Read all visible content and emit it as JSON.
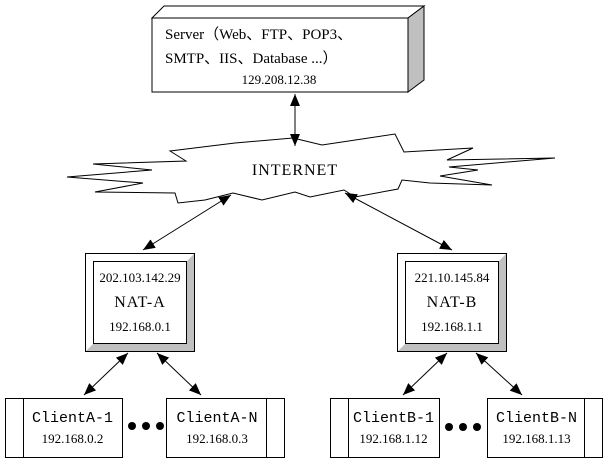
{
  "colors": {
    "background": "#ffffff",
    "line": "#000000",
    "shade": "#c0c0c0"
  },
  "server": {
    "label": "Server（Web、FTP、POP3、SMTP、IIS、Database ...）",
    "ip": "129.208.12.38"
  },
  "internet": {
    "label": "INTERNET"
  },
  "nats": {
    "nat_a": {
      "public_ip": "202.103.142.29",
      "name": "NAT-A",
      "private_ip": "192.168.0.1"
    },
    "nat_b": {
      "public_ip": "221.10.145.84",
      "name": "NAT-B",
      "private_ip": "192.168.1.1"
    }
  },
  "clients": {
    "client_a1": {
      "name": "ClientA-1",
      "ip": "192.168.0.2"
    },
    "client_an": {
      "name": "ClientA-N",
      "ip": "192.168.0.3"
    },
    "client_b1": {
      "name": "ClientB-1",
      "ip": "192.168.1.12"
    },
    "client_bn": {
      "name": "ClientB-N",
      "ip": "192.168.1.13"
    }
  },
  "connections": [
    {
      "from": "Server",
      "to": "INTERNET",
      "type": "bidirectional"
    },
    {
      "from": "INTERNET",
      "to": "NAT-A",
      "type": "bidirectional"
    },
    {
      "from": "INTERNET",
      "to": "NAT-B",
      "type": "bidirectional"
    },
    {
      "from": "NAT-A",
      "to": "ClientA-1",
      "type": "bidirectional"
    },
    {
      "from": "NAT-A",
      "to": "ClientA-N",
      "type": "bidirectional"
    },
    {
      "from": "NAT-B",
      "to": "ClientB-1",
      "type": "bidirectional"
    },
    {
      "from": "NAT-B",
      "to": "ClientB-N",
      "type": "bidirectional"
    }
  ]
}
